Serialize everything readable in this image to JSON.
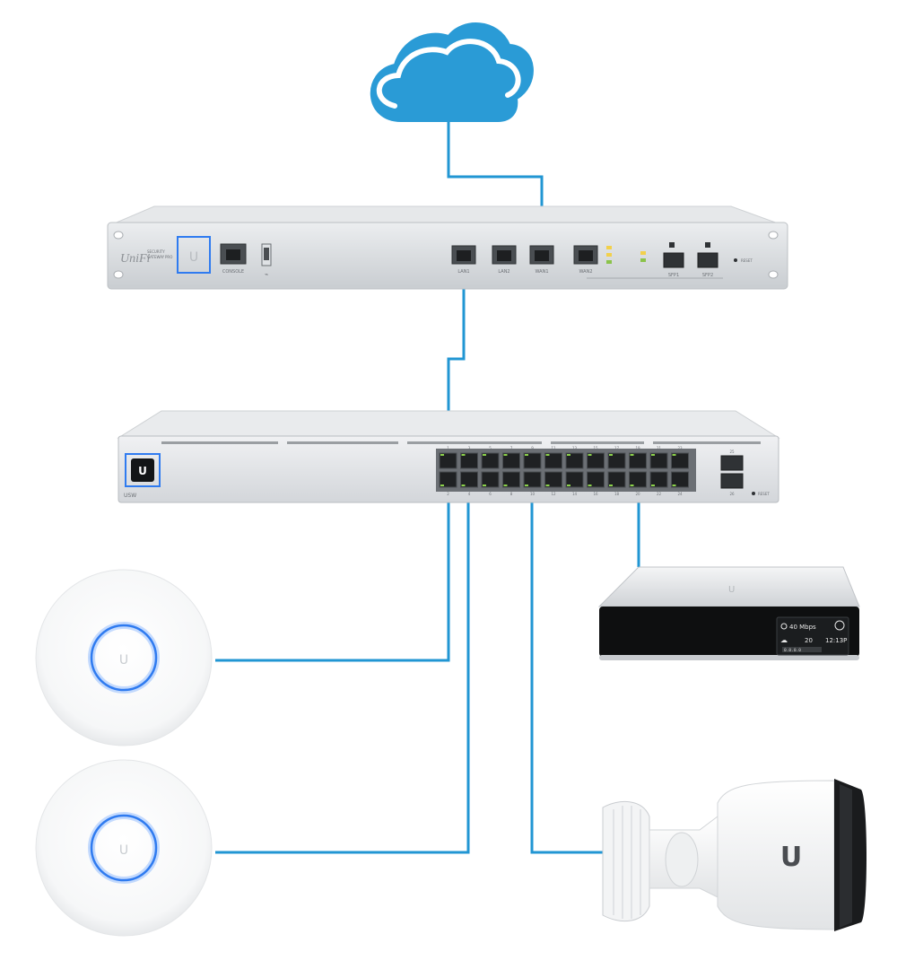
{
  "colors": {
    "link": "#2196d3",
    "cloud": "#2a9bd6",
    "metal": "#d9dcdf",
    "glow": "#3b7cf2"
  },
  "cloud": {
    "icon": "cloud-icon"
  },
  "gateway": {
    "brand": "UniFi",
    "model_line1": "SECURITY",
    "model_line2": "GATEWAY",
    "model_badge": "PRO",
    "console_label": "CONSOLE",
    "usb_icon": "usb-icon",
    "lan1_label": "LAN1",
    "lan2_label": "LAN2",
    "wan1_label": "WAN1",
    "wan2_label": "WAN2",
    "sfp1_label": "SFP1",
    "sfp2_label": "SFP2",
    "reset_label": "RESET"
  },
  "switch": {
    "model_label": "USW",
    "top_ports": [
      "1",
      "3",
      "5",
      "7",
      "9",
      "11",
      "13",
      "15",
      "17",
      "19",
      "21",
      "23"
    ],
    "bottom_ports": [
      "2",
      "4",
      "6",
      "8",
      "10",
      "12",
      "14",
      "16",
      "18",
      "20",
      "22",
      "24"
    ],
    "sfp_top": "25",
    "sfp_bottom": "26",
    "reset_label": "RESET"
  },
  "cloud_key": {
    "speed": "40 Mbps",
    "count": "20",
    "time": "12:13P",
    "status": "0.0.0.0"
  },
  "access_points": [
    {
      "logo": "U"
    },
    {
      "logo": "U"
    }
  ],
  "camera": {
    "logo": "U"
  }
}
